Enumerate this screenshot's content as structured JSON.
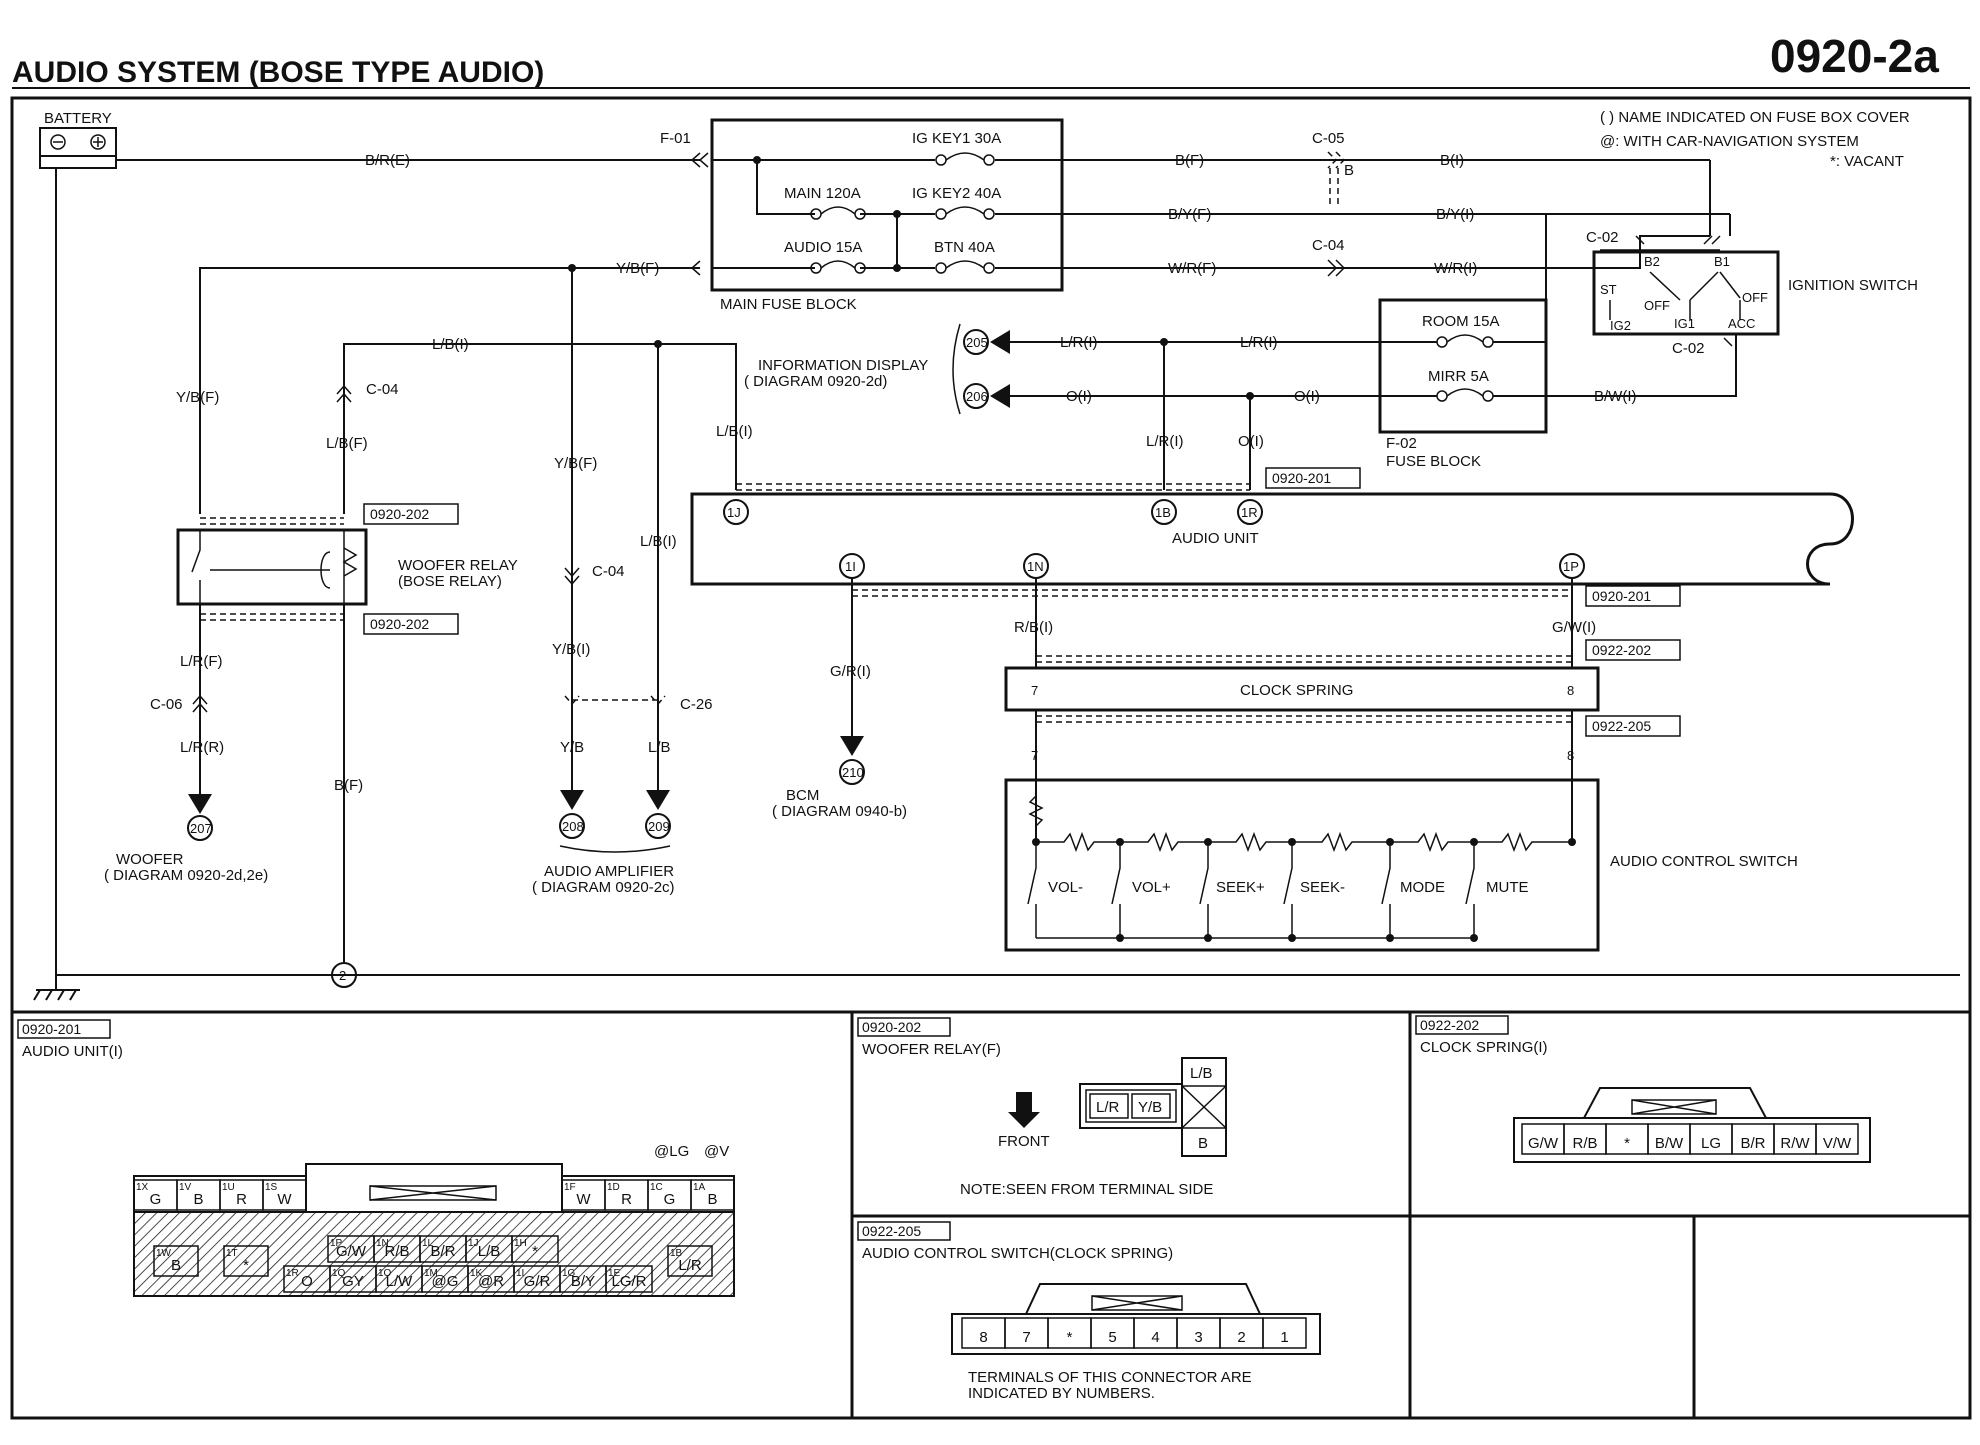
{
  "header": {
    "title": "AUDIO SYSTEM (BOSE TYPE AUDIO)",
    "code": "0920-2a"
  },
  "legend": {
    "line1": "( ) NAME INDICATED ON FUSE BOX COVER",
    "line2": "@: WITH  CAR-NAVIGATION SYSTEM",
    "line3": "*: VACANT"
  },
  "components": {
    "battery": "BATTERY",
    "main_fuse_block": "MAIN FUSE BLOCK",
    "fuse_block_f02_a": "F-02",
    "fuse_block_f02_b": "FUSE BLOCK",
    "ignition_switch": "IGNITION SWITCH",
    "info_display_a": "INFORMATION DISPLAY",
    "info_display_b": "( DIAGRAM 0920-2d)",
    "audio_unit": "AUDIO UNIT",
    "woofer_relay_a": "WOOFER RELAY",
    "woofer_relay_b": "(BOSE RELAY)",
    "clock_spring": "CLOCK SPRING",
    "audio_control_switch": "AUDIO CONTROL SWITCH",
    "bcm_a": "BCM",
    "bcm_b": "( DIAGRAM 0940-b)",
    "woofer_a": "WOOFER",
    "woofer_b": "( DIAGRAM 0920-2d,2e)",
    "amp_a": "AUDIO AMPLIFIER",
    "amp_b": "( DIAGRAM 0920-2c)"
  },
  "fuses": {
    "ig_key1": "IG KEY1 30A",
    "main": "MAIN 120A",
    "ig_key2": "IG KEY2 40A",
    "audio": "AUDIO 15A",
    "btn": "BTN 40A",
    "room": "ROOM 15A",
    "mirr": "MIRR 5A"
  },
  "connectors": {
    "f01": "F-01",
    "c05": "C-05",
    "c05b": "B",
    "c04": "C-04",
    "c02": "C-02",
    "c06": "C-06",
    "c26": "C-26"
  },
  "ignition": {
    "b2": "B2",
    "b1": "B1",
    "st": "ST",
    "off1": "OFF",
    "off2": "OFF",
    "ig2": "IG2",
    "ig1": "IG1",
    "acc": "ACC"
  },
  "wires": {
    "br_e": "B/R(E)",
    "b_f": "B(F)",
    "b_i": "B(I)",
    "by_f": "B/Y(F)",
    "by_i": "B/Y(I)",
    "yb_f": "Y/B(F)",
    "wr_f": "W/R(F)",
    "wr_i": "W/R(I)",
    "lb_i": "L/B(I)",
    "lr_i": "L/R(I)",
    "o_i": "O(I)",
    "bw_i": "B/W(I)",
    "lb_f": "L/B(F)",
    "lr_f": "L/R(F)",
    "lr_r": "L/R(R)",
    "yb_i": "Y/B(I)",
    "yb": "Y/B",
    "lb": "L/B",
    "gr_i": "G/R(I)",
    "rb_i": "R/B(I)",
    "gw_i": "G/W(I)",
    "bf": "B(F)"
  },
  "pins": {
    "p1j": "1J",
    "p1b": "1B",
    "p1r": "1R",
    "p1i": "1I",
    "p1n": "1N",
    "p1p": "1P",
    "cs7": "7",
    "cs8": "8",
    "sw7": "7",
    "sw8": "8"
  },
  "refs": {
    "r201": "0920-201",
    "r202": "0920-202",
    "r222_202": "0922-202",
    "r222_205": "0922-205"
  },
  "grounds": {
    "g205": "205",
    "g206": "206",
    "g207": "207",
    "g208": "208",
    "g209": "209",
    "g210": "210",
    "g2": "2"
  },
  "switches": [
    "VOL-",
    "VOL+",
    "SEEK+",
    "SEEK-",
    "MODE",
    "MUTE"
  ],
  "panels": {
    "audio_unit": {
      "ref": "0920-201",
      "title": "AUDIO UNIT(I)",
      "nav1": "@LG",
      "nav2": "@V",
      "top_left": [
        {
          "id": "1X",
          "v": "G"
        },
        {
          "id": "1V",
          "v": "B"
        },
        {
          "id": "1U",
          "v": "R"
        },
        {
          "id": "1S",
          "v": "W"
        }
      ],
      "top_right": [
        {
          "id": "1F",
          "v": "W"
        },
        {
          "id": "1D",
          "v": "R"
        },
        {
          "id": "1C",
          "v": "G"
        },
        {
          "id": "1A",
          "v": "B"
        }
      ],
      "row1": [
        {
          "id": "1P",
          "v": "G/W"
        },
        {
          "id": "1N",
          "v": "R/B"
        },
        {
          "id": "1L",
          "v": "B/R"
        },
        {
          "id": "1J",
          "v": "L/B"
        },
        {
          "id": "1H",
          "v": "*"
        }
      ],
      "row2": [
        {
          "id": "1R",
          "v": "O"
        },
        {
          "id": "1Q",
          "v": "GY"
        },
        {
          "id": "1O",
          "v": "L/W"
        },
        {
          "id": "1M",
          "v": "@G"
        },
        {
          "id": "1K",
          "v": "@R"
        },
        {
          "id": "1I",
          "v": "G/R"
        },
        {
          "id": "1G",
          "v": "B/Y"
        },
        {
          "id": "1E",
          "v": "LG/R"
        }
      ],
      "w": {
        "id": "1W",
        "v": "B"
      },
      "t": {
        "id": "1T",
        "v": "*"
      },
      "b": {
        "id": "1B",
        "v": "L/R"
      }
    },
    "woofer_relay": {
      "ref": "0920-202",
      "title": "WOOFER RELAY(F)",
      "front": "FRONT",
      "note": "NOTE:SEEN FROM TERMINAL SIDE",
      "pins": [
        "L/R",
        "Y/B",
        "L/B",
        "B"
      ]
    },
    "clock_spring": {
      "ref": "0922-202",
      "title": "CLOCK SPRING(I)",
      "pins": [
        "G/W",
        "R/B",
        "*",
        "B/W",
        "LG",
        "B/R",
        "R/W",
        "V/W"
      ]
    },
    "acs": {
      "ref": "0922-205",
      "title": "AUDIO CONTROL SWITCH(CLOCK SPRING)",
      "pins": [
        "8",
        "7",
        "*",
        "5",
        "4",
        "3",
        "2",
        "1"
      ],
      "note1": "TERMINALS OF THIS CONNECTOR ARE",
      "note2": "INDICATED BY NUMBERS."
    }
  }
}
